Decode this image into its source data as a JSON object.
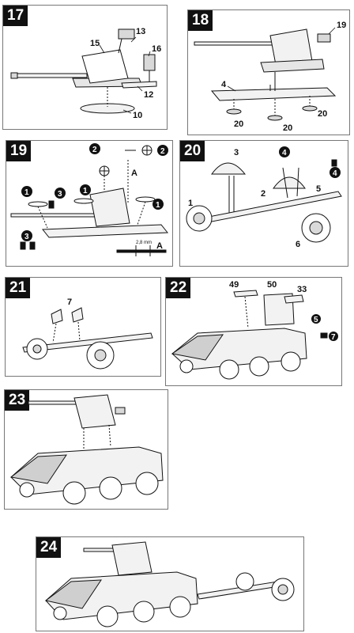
{
  "steps": [
    {
      "number": "17",
      "labels": {
        "p15": "15",
        "p13": "13",
        "p16": "16",
        "p12": "12",
        "p10": "10"
      }
    },
    {
      "number": "18",
      "labels": {
        "p19": "19",
        "p4": "4",
        "p20a": "20",
        "p20b": "20",
        "p20c": "20"
      }
    },
    {
      "number": "19",
      "labels": {
        "c1a": "1",
        "c2a": "2",
        "c2b": "2",
        "c3a": "3",
        "c1b": "1",
        "c1c": "1",
        "c1d": "1",
        "c3b": "3",
        "pA1": "A",
        "pA2": "A",
        "measure": "2,8 mm"
      }
    },
    {
      "number": "20",
      "labels": {
        "p3": "3",
        "c4a": "4",
        "p1": "1",
        "p2": "2",
        "p5": "5",
        "c4b": "4",
        "p6": "6"
      }
    },
    {
      "number": "21",
      "labels": {
        "p7": "7"
      }
    },
    {
      "number": "22",
      "labels": {
        "p49": "49",
        "p50": "50",
        "p33": "33",
        "c5": "5",
        "c7": "7"
      }
    },
    {
      "number": "23",
      "labels": {}
    },
    {
      "number": "24",
      "labels": {}
    }
  ],
  "colors": {
    "ink": "#111111",
    "badge": "#111111",
    "panel_border": "#777777",
    "fill_light": "#f2f2f2",
    "fill_mid": "#d9d9d9"
  }
}
